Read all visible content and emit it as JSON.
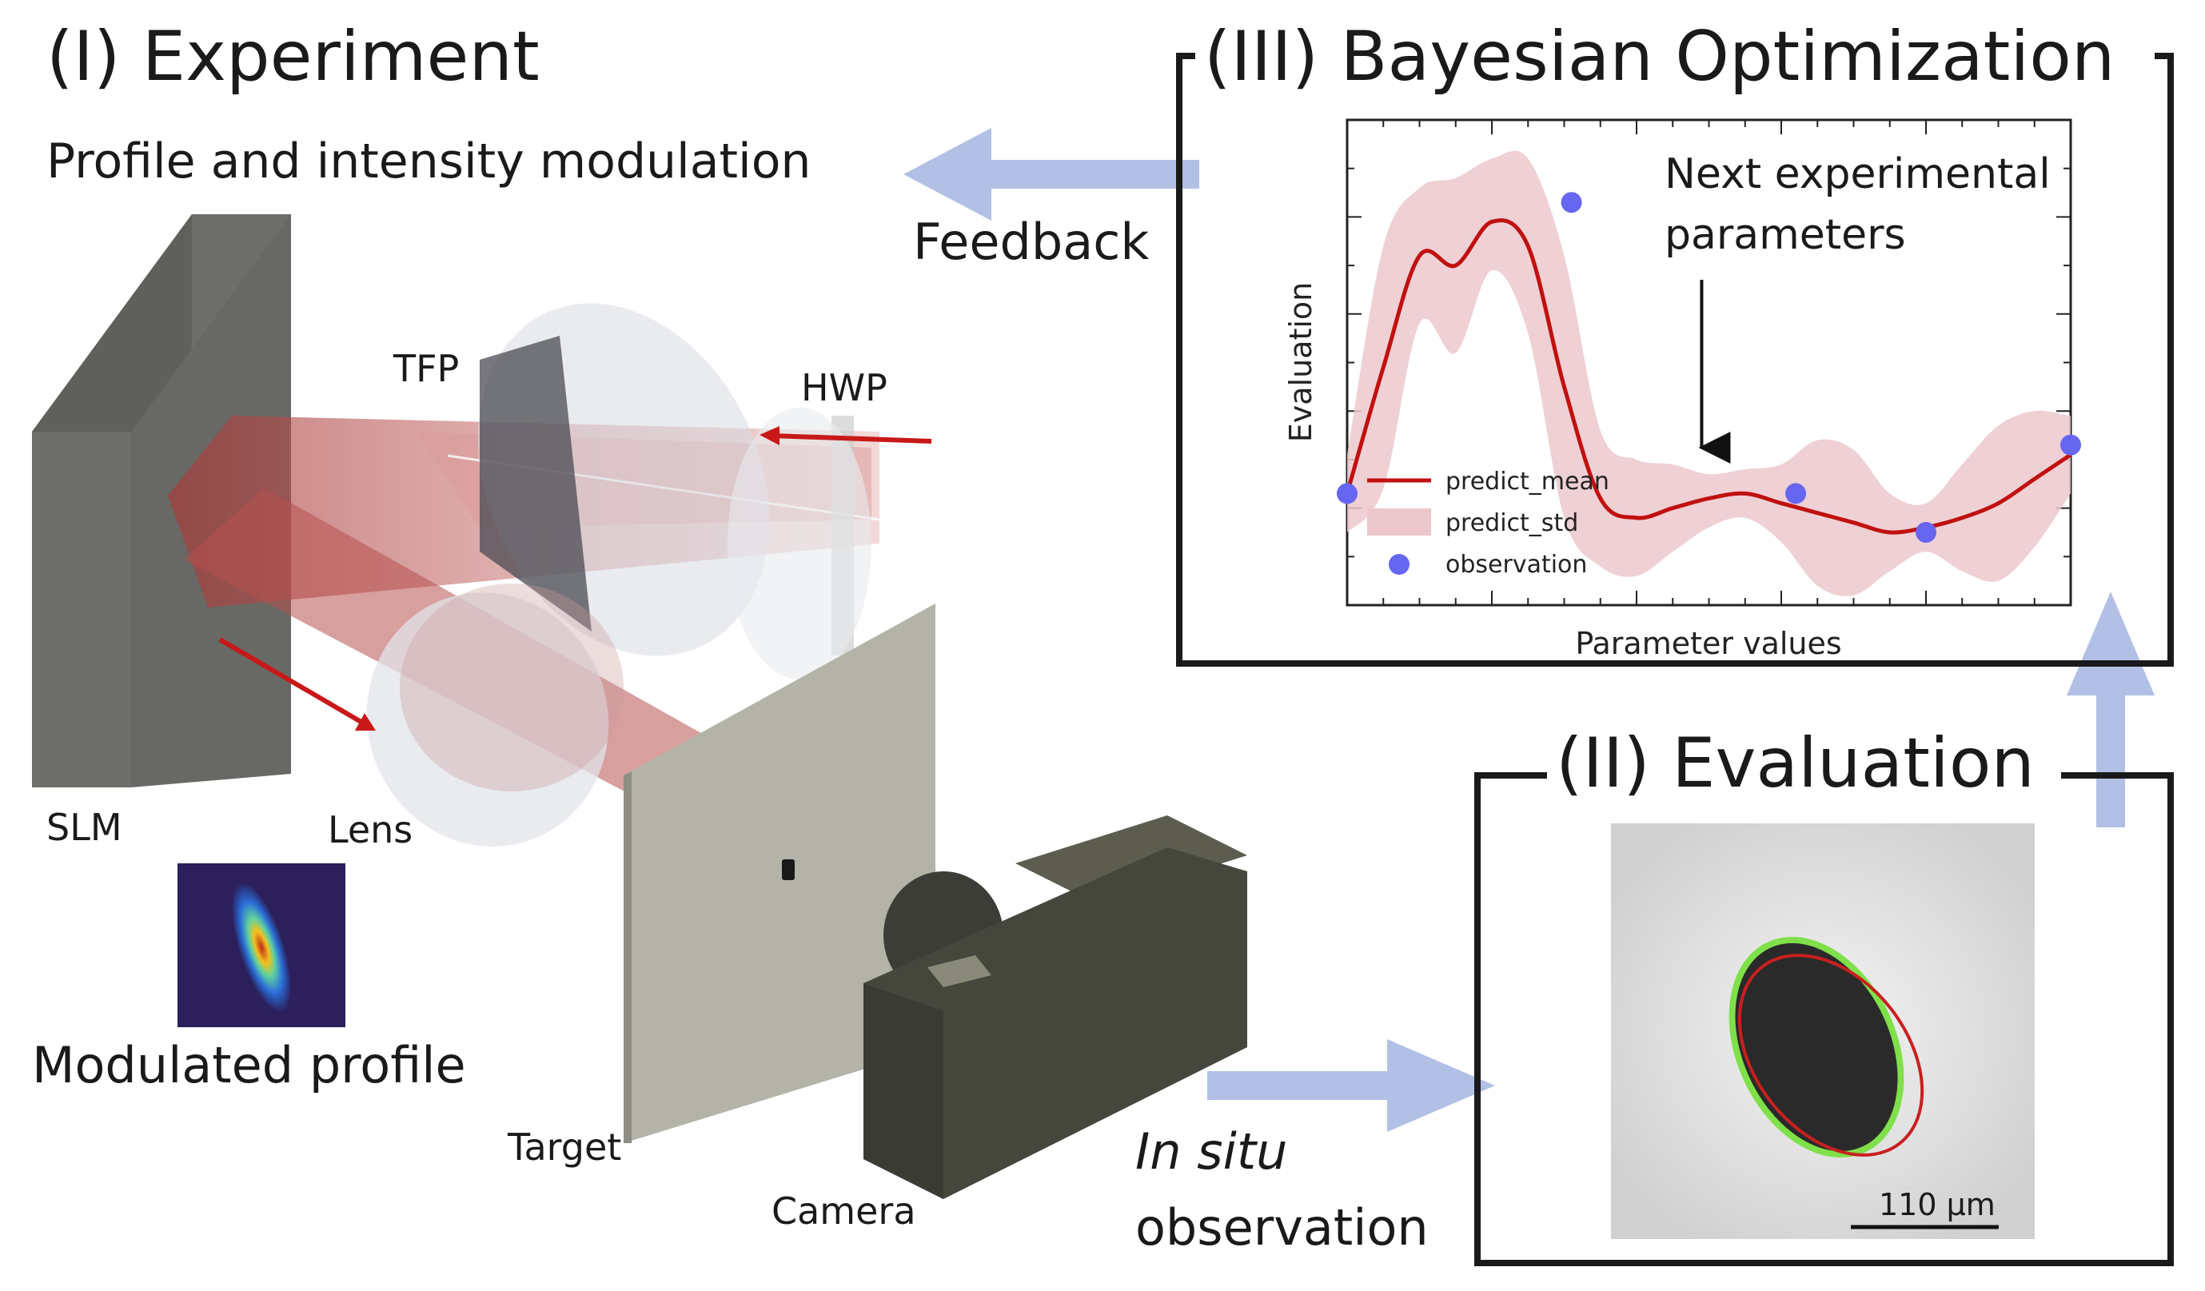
{
  "experiment": {
    "title": "(I) Experiment",
    "subtitle": "Profile and intensity modulation",
    "components": {
      "slm": "SLM",
      "lens": "Lens",
      "tfp": "TFP",
      "hwp": "HWP",
      "target": "Target",
      "camera": "Camera"
    },
    "modulated_profile_label": "Modulated profile"
  },
  "feedback_label": "Feedback",
  "in_situ": {
    "italic": "In situ",
    "rest": "observation"
  },
  "optimization": {
    "title": "(III) Bayesian Optimization",
    "annotation_line1": "Next experimental",
    "annotation_line2": "parameters"
  },
  "evaluation": {
    "title": "(II) Evaluation",
    "scale_bar_label": "110 μm"
  },
  "colors": {
    "arrow": "#b3c0e6",
    "mean_line": "#c0100f",
    "std_band": "#ecc8cc",
    "observation": "#6666f0",
    "beam": "#b84a48"
  },
  "chart_data": {
    "type": "line",
    "title": "",
    "xlabel": "Parameter values",
    "ylabel": "Evaluation",
    "xlim": [
      0,
      10
    ],
    "ylim": [
      0,
      10
    ],
    "grid": false,
    "legend_position": "bottom-left",
    "series": [
      {
        "name": "predict_mean",
        "kind": "line",
        "x": [
          0,
          0.5,
          1,
          1.5,
          2,
          2.5,
          3,
          3.5,
          4,
          4.5,
          5,
          5.5,
          6,
          6.5,
          7,
          7.5,
          8,
          8.5,
          9,
          9.5,
          10
        ],
        "y": [
          2.3,
          4.9,
          7.2,
          7.0,
          7.9,
          7.4,
          4.5,
          2.2,
          1.8,
          2.0,
          2.2,
          2.3,
          2.1,
          1.9,
          1.7,
          1.5,
          1.6,
          1.8,
          2.1,
          2.6,
          3.1
        ]
      },
      {
        "name": "predict_std",
        "kind": "band",
        "x": [
          0,
          0.5,
          1,
          1.5,
          2,
          2.5,
          3,
          3.5,
          4,
          4.5,
          5,
          5.5,
          6,
          6.5,
          7,
          7.5,
          8,
          8.5,
          9,
          9.5,
          10
        ],
        "lower": [
          1.5,
          2.4,
          5.8,
          5.2,
          6.9,
          5.6,
          1.8,
          0.8,
          0.6,
          1.1,
          1.6,
          1.8,
          1.3,
          0.4,
          0.2,
          0.7,
          1.1,
          0.7,
          0.5,
          1.2,
          2.3
        ],
        "upper": [
          3.1,
          7.4,
          8.6,
          8.8,
          9.2,
          9.2,
          7.2,
          3.6,
          3.0,
          2.9,
          2.7,
          2.8,
          2.9,
          3.4,
          3.2,
          2.3,
          2.1,
          2.9,
          3.7,
          4.0,
          3.9
        ]
      },
      {
        "name": "observation",
        "kind": "scatter",
        "x": [
          0,
          3.1,
          6.2,
          8.0,
          10
        ],
        "y": [
          2.3,
          8.3,
          2.3,
          1.5,
          3.3
        ]
      }
    ],
    "annotation": {
      "x": 4.9
    }
  }
}
